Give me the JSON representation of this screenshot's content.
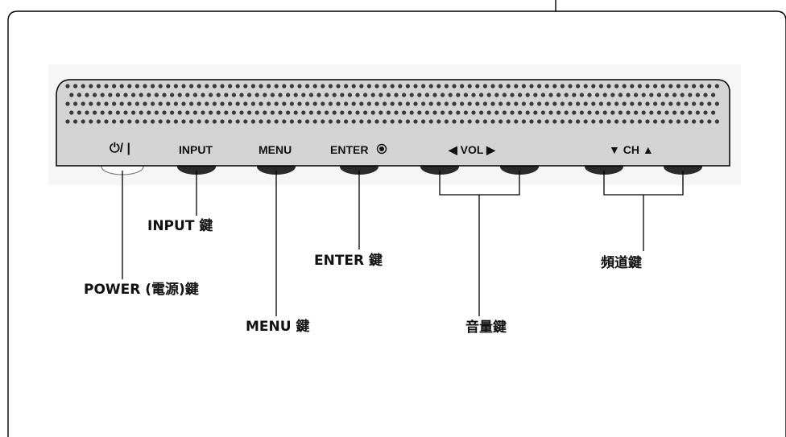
{
  "panel": {
    "power_symbol": "⏻/ |",
    "input_label": "INPUT",
    "menu_label": "MENU",
    "enter_label": "ENTER",
    "vol_label": "◀ VOL ▶",
    "ch_label": "▼ CH ▲"
  },
  "callouts": {
    "power": "POWER (電源)鍵",
    "input": "INPUT 鍵",
    "menu": "MENU 鍵",
    "enter": "ENTER 鍵",
    "volume": "音量鍵",
    "channel": "頻道鍵"
  },
  "icons": {
    "power": "power-icon",
    "enter": "enter-circle-icon"
  },
  "colors": {
    "panel_fill": "#d4d4d4",
    "button_fill": "#2a2a2a",
    "grille_dot": "#3a3a3a",
    "line": "#000000"
  }
}
